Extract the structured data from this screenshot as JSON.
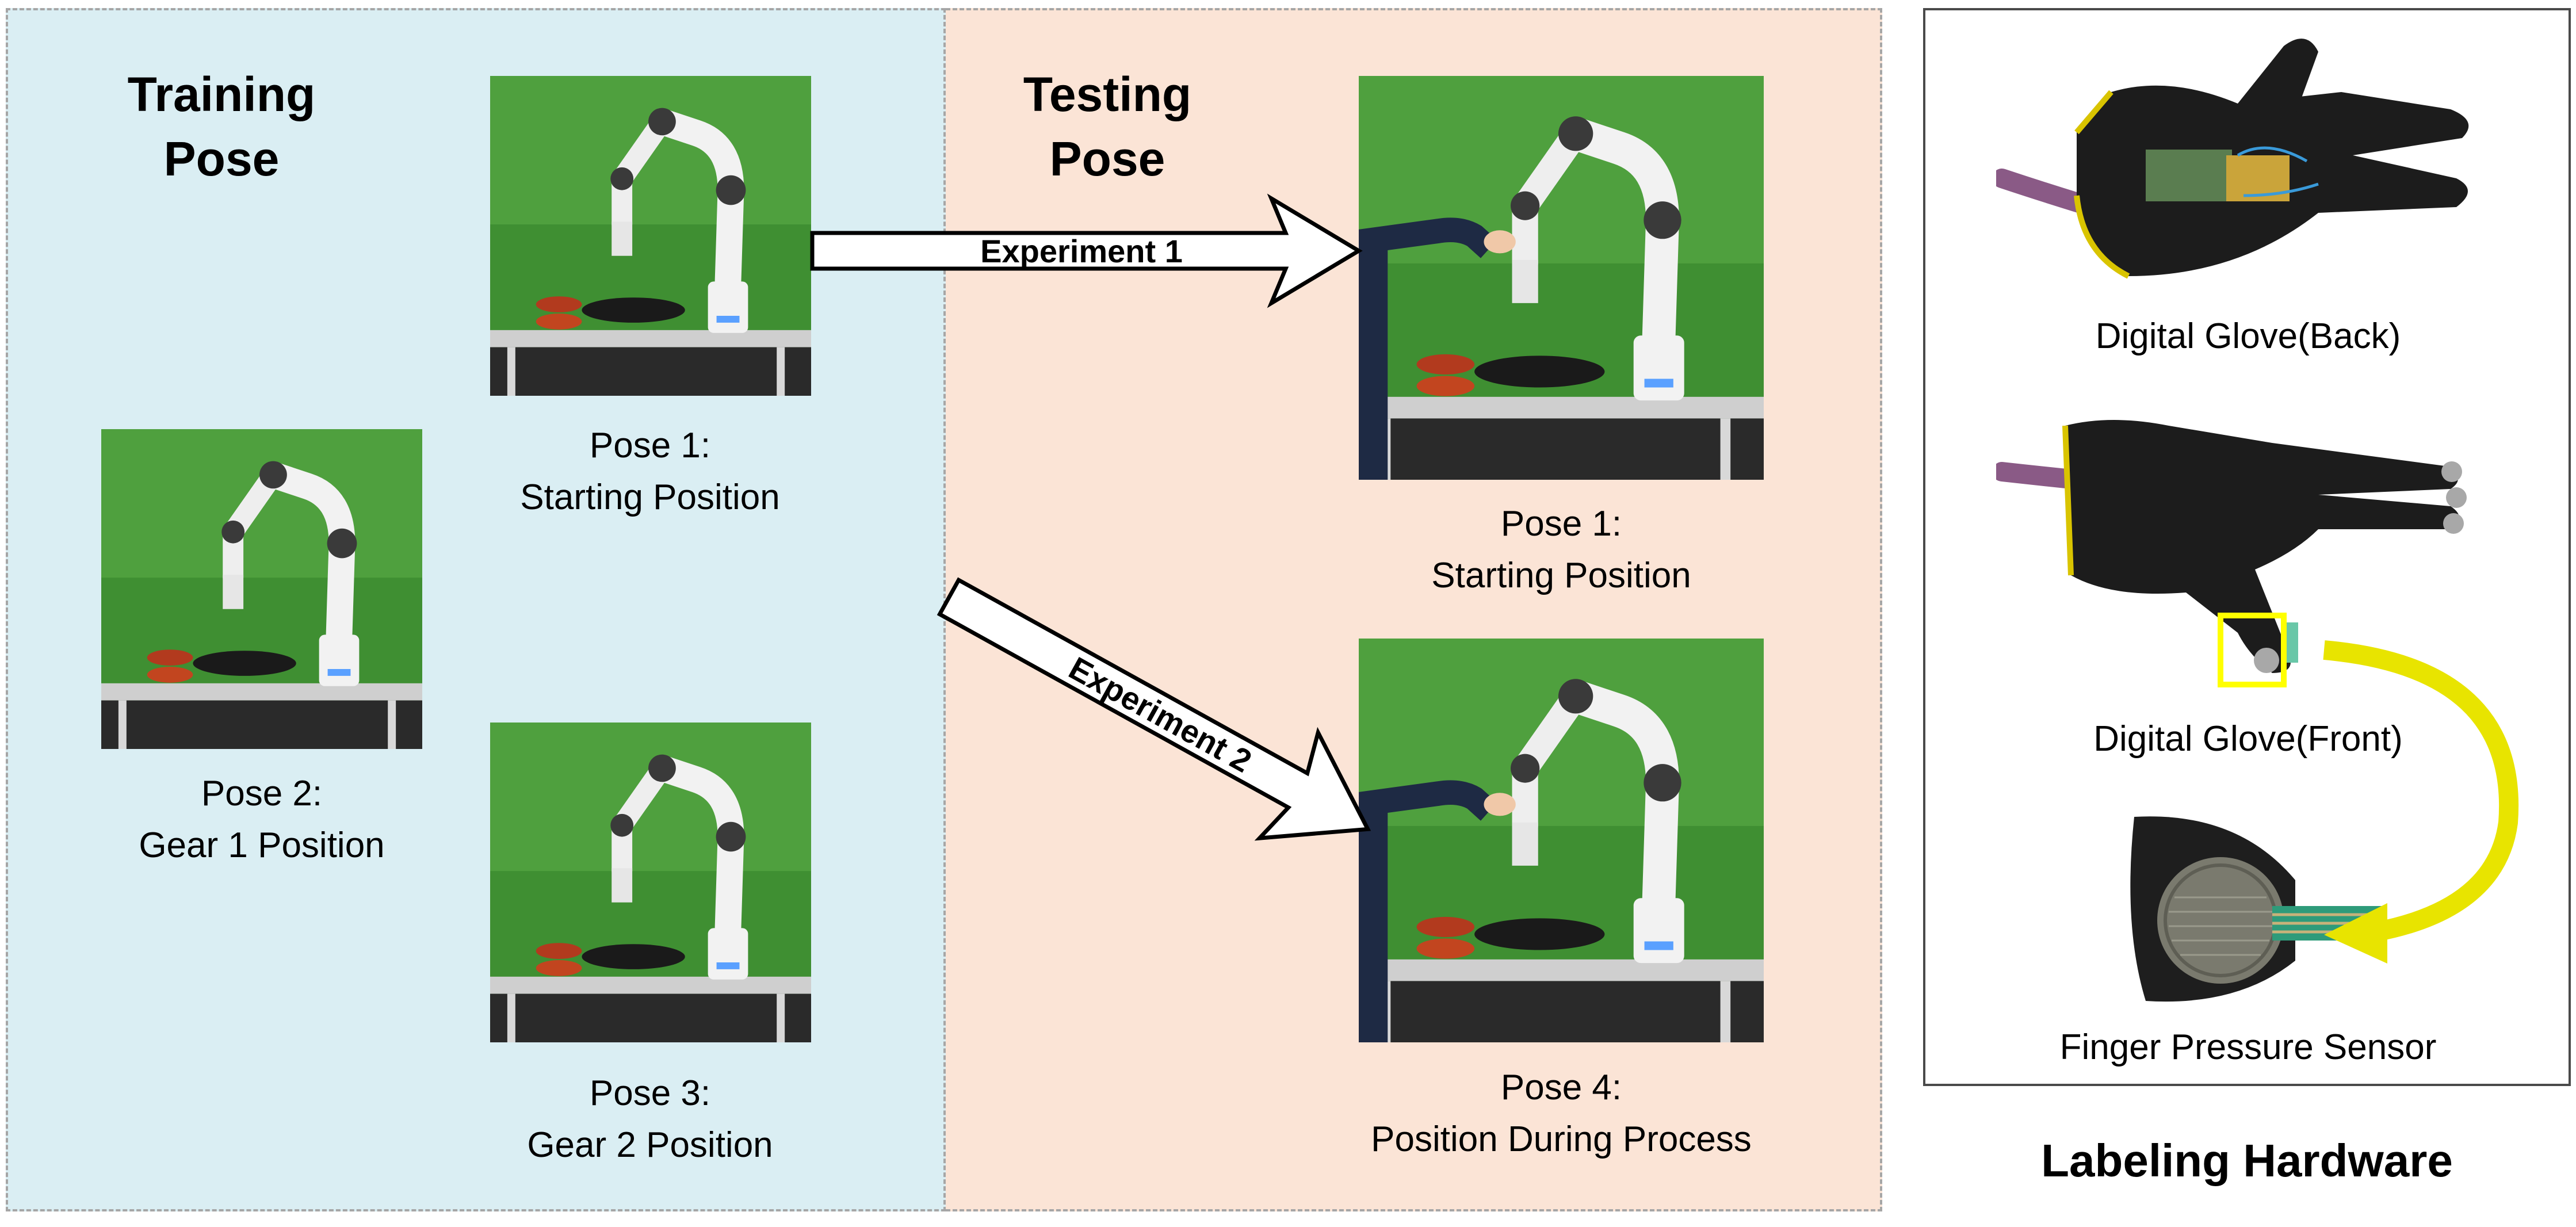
{
  "training": {
    "heading_line1": "Training",
    "heading_line2": "Pose"
  },
  "testing": {
    "heading_line1": "Testing",
    "heading_line2": "Pose"
  },
  "poses": {
    "train_pose1": {
      "line1": "Pose 1:",
      "line2": "Starting Position"
    },
    "train_pose2": {
      "line1": "Pose 2:",
      "line2": "Gear 1 Position"
    },
    "train_pose3": {
      "line1": "Pose 3:",
      "line2": "Gear 2 Position"
    },
    "test_pose1": {
      "line1": "Pose 1:",
      "line2": "Starting Position"
    },
    "test_pose4": {
      "line1": "Pose 4:",
      "line2": "Position During Process"
    }
  },
  "arrows": {
    "experiment1": "Experiment 1",
    "experiment2": "Experiment 2"
  },
  "hardware": {
    "title": "Labeling Hardware",
    "glove_back": "Digital Glove(Back)",
    "glove_front": "Digital Glove(Front)",
    "sensor": "Finger Pressure Sensor"
  },
  "colors": {
    "training_bg": "#daeef3",
    "testing_bg": "#fbe4d6",
    "photo_green": "#3f8f32",
    "highlight": "#ffff00"
  }
}
